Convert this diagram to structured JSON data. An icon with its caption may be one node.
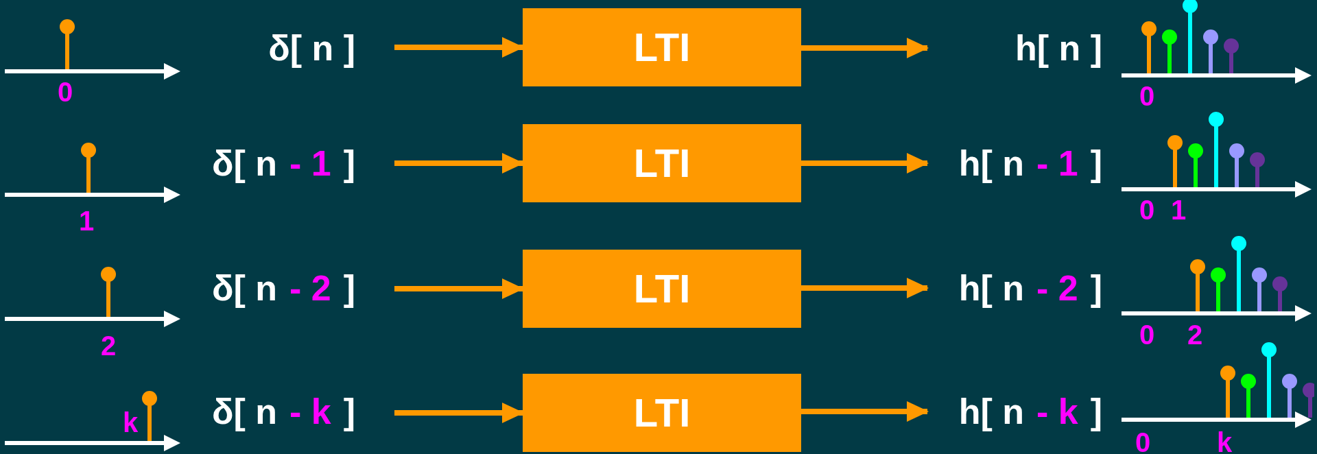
{
  "diagram": {
    "nodes": [
      {
        "text": [
          "δ[ n ]"
        ]
      },
      {
        "text": [
          "LTI"
        ]
      },
      {
        "text": [
          "h[ n ]"
        ]
      },
      {
        "text": [
          "δ[ n",
          "- 1",
          "]"
        ]
      },
      {
        "text": [
          "LTI"
        ]
      },
      {
        "text": [
          "h[ n",
          "- 1",
          "]"
        ]
      },
      {
        "text": [
          "δ[ n",
          "- 2",
          "]"
        ]
      },
      {
        "text": [
          "LTI"
        ]
      },
      {
        "text": [
          "h[ n",
          "- 2",
          "]"
        ]
      },
      {
        "text": [
          "δ[ n",
          "- k",
          "]"
        ]
      },
      {
        "text": [
          "LTI"
        ]
      },
      {
        "text": [
          "h[ n",
          "- k",
          "]"
        ]
      }
    ],
    "edges": [
      {
        "from": 0,
        "to": 1,
        "arrow": "to"
      },
      {
        "from": 1,
        "to": 2,
        "arrow": "to"
      },
      {
        "from": 3,
        "to": 4,
        "arrow": "to"
      },
      {
        "from": 4,
        "to": 5,
        "arrow": "to"
      },
      {
        "from": 6,
        "to": 7,
        "arrow": "to"
      },
      {
        "from": 7,
        "to": 8,
        "arrow": "to"
      },
      {
        "from": 9,
        "to": 10,
        "arrow": "to"
      },
      {
        "from": 10,
        "to": 11,
        "arrow": "to"
      }
    ],
    "labels": [
      "0",
      "0",
      "1",
      "0",
      "1",
      "2",
      "0",
      "2",
      "k",
      "0",
      "k"
    ]
  }
}
